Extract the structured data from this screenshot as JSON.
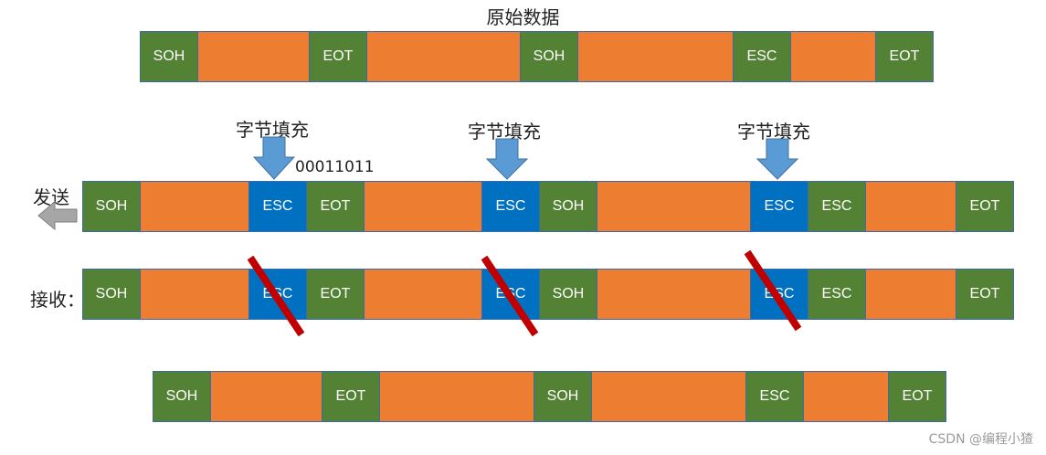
{
  "title": "原始数据",
  "labels": {
    "stuff1": "字节填充",
    "stuff2": "字节填充",
    "stuff3": "字节填充",
    "esc_code": "00011011",
    "send": "发送",
    "recv": "接收："
  },
  "rows": {
    "original": [
      "SOH",
      "EOT",
      "SOH",
      "ESC",
      "EOT"
    ],
    "sent": [
      "SOH",
      "ESC",
      "EOT",
      "ESC",
      "SOH",
      "ESC",
      "ESC",
      "EOT"
    ],
    "received": [
      "SOH",
      "ESC",
      "EOT",
      "ESC",
      "SOH",
      "ESC",
      "ESC",
      "EOT"
    ],
    "result": [
      "SOH",
      "EOT",
      "SOH",
      "ESC",
      "EOT"
    ]
  },
  "watermark": "CSDN @编程小猹",
  "colors": {
    "data": "#ed7d31",
    "control": "#548235",
    "escape": "#0070c0",
    "arrow": "#5b9bd5",
    "strike": "#c00000"
  }
}
